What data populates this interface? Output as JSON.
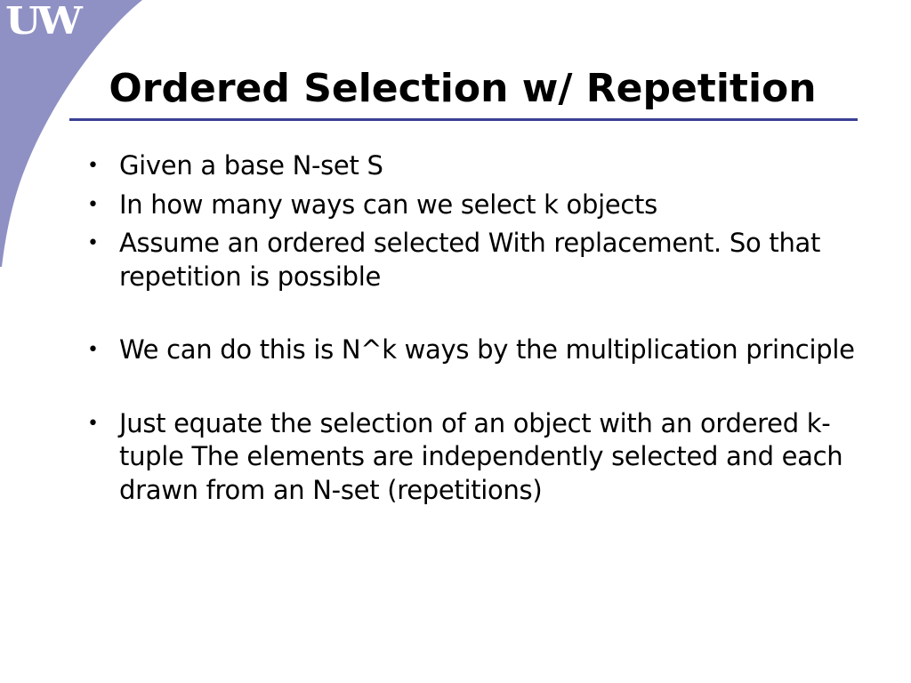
{
  "logo": {
    "text": "UW"
  },
  "slide": {
    "title": "Ordered Selection w/ Repetition",
    "bullets": [
      "Given a base N-set S",
      "In how many ways can we select k objects",
      "Assume an ordered selected With replacement. So that repetition is possible",
      "We can do this is N^k ways by the multiplication principle",
      "Just equate the selection of an object with an ordered k-tuple The elements are independently selected and each drawn from an N-set (repetitions)"
    ]
  },
  "colors": {
    "accent": "#3a3f94",
    "swoosh": "#8f91c4",
    "text": "#000000",
    "background": "#ffffff"
  }
}
